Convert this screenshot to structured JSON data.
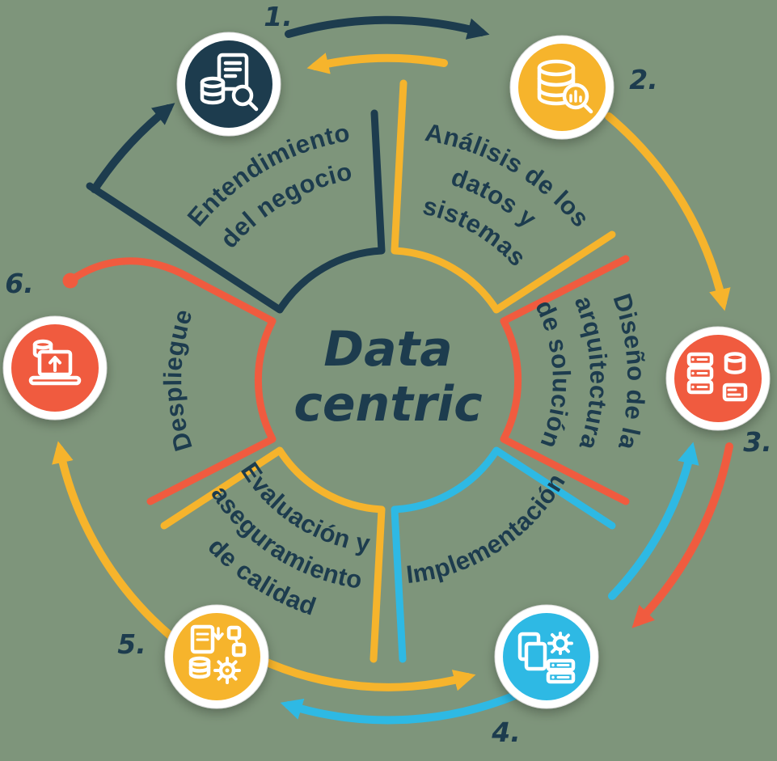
{
  "diagram": {
    "title": {
      "line1": "Data",
      "line2": "centric"
    },
    "stages": [
      {
        "number": "1.",
        "label": "Entendimiento del negocio",
        "lines": [
          "Entendimiento",
          "del negocio"
        ],
        "color": "#1D3C4E",
        "icon": "database-document-search-icon"
      },
      {
        "number": "2.",
        "label": "Análisis de los datos y sistemas",
        "lines": [
          "Análisis de los",
          "datos y",
          "sistemas"
        ],
        "color": "#F6B42C",
        "icon": "database-magnifier-chart-icon"
      },
      {
        "number": "3.",
        "label": "Diseño de la arquitectura de solución",
        "lines": [
          "Diseño de la",
          "arquitectura",
          "de solución"
        ],
        "color": "#F05B3F",
        "icon": "servers-database-architecture-icon"
      },
      {
        "number": "4.",
        "label": "Implementación",
        "lines": [
          "Implementación"
        ],
        "color": "#2EB9E4",
        "icon": "documents-gear-server-icon"
      },
      {
        "number": "5.",
        "label": "Evaluación y aseguramiento de calidad",
        "lines": [
          "Evaluación y",
          "aseguramiento",
          "de calidad"
        ],
        "color": "#F6B42C",
        "icon": "document-gear-database-icon"
      },
      {
        "number": "6.",
        "label": "Despliegue",
        "lines": [
          "Despliegue"
        ],
        "color": "#F05B3F",
        "icon": "laptop-upload-database-icon"
      }
    ],
    "colors": {
      "navy": "#1D3C4E",
      "yellow": "#F6B42C",
      "orange": "#F05B3F",
      "cyan": "#2EB9E4",
      "background": "#7E957B",
      "badge": "#FFFFFF",
      "label_text": "#1D3C4E"
    }
  }
}
